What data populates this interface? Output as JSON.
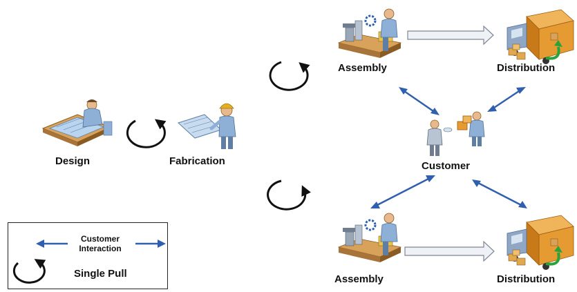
{
  "nodes": {
    "design": "Design",
    "fabrication": "Fabrication",
    "assembly_top": "Assembly",
    "distribution_top": "Distribution",
    "customer": "Customer",
    "assembly_bottom": "Assembly",
    "distribution_bottom": "Distribution"
  },
  "legend": {
    "interaction_line1": "Customer",
    "interaction_line2": "Interaction",
    "single_pull": "Single Pull"
  },
  "colors": {
    "interaction_arrow": "#2f5fad",
    "flow_arrow_fill": "#e6eaf2",
    "flow_arrow_stroke": "#7f8794",
    "pull_arrow": "#111111",
    "worker_shirt": "#8fb0d6",
    "table_brown": "#b7894a",
    "truck_box": "#e59a32"
  }
}
